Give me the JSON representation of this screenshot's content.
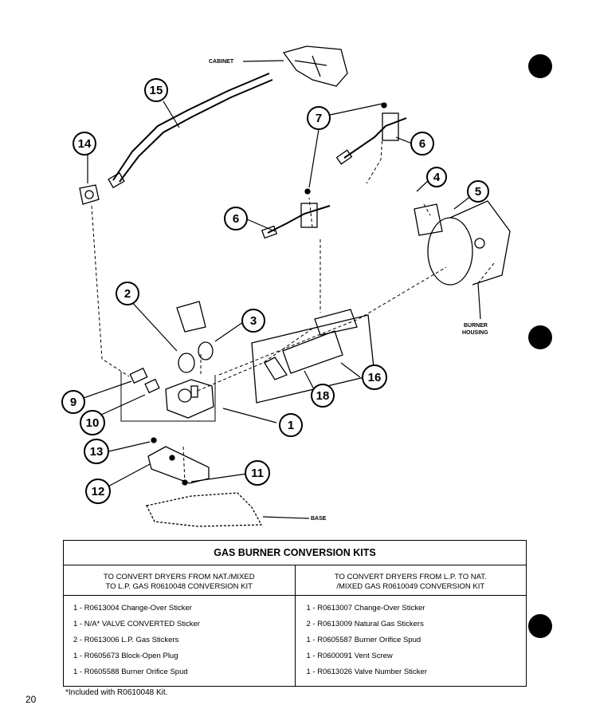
{
  "diagram": {
    "labels": {
      "cabinet": "CABINET",
      "burner_housing_1": "BURNER",
      "burner_housing_2": "HOUSING",
      "base": "BASE"
    },
    "callouts": [
      {
        "id": "c15",
        "num": "15"
      },
      {
        "id": "c14",
        "num": "14"
      },
      {
        "id": "c7",
        "num": "7"
      },
      {
        "id": "c6a",
        "num": "6"
      },
      {
        "id": "c6b",
        "num": "6"
      },
      {
        "id": "c4",
        "num": "4"
      },
      {
        "id": "c5",
        "num": "5"
      },
      {
        "id": "c2",
        "num": "2"
      },
      {
        "id": "c3",
        "num": "3"
      },
      {
        "id": "c16",
        "num": "16"
      },
      {
        "id": "c18",
        "num": "18"
      },
      {
        "id": "c9",
        "num": "9"
      },
      {
        "id": "c10",
        "num": "10"
      },
      {
        "id": "c1",
        "num": "1"
      },
      {
        "id": "c13",
        "num": "13"
      },
      {
        "id": "c11",
        "num": "11"
      },
      {
        "id": "c12",
        "num": "12"
      }
    ]
  },
  "table": {
    "title": "GAS BURNER CONVERSION KITS",
    "left": {
      "header_line1": "TO CONVERT DRYERS FROM  NAT./MIXED",
      "header_line2": "TO L.P. GAS R0610048 CONVERSION KIT",
      "rows": [
        "1 - R0613004 Change-Over Sticker",
        "1 - N/A* VALVE CONVERTED Sticker",
        "2 - R0613006 L.P. Gas Stickers",
        "1 - R0605673 Block-Open Plug",
        "1 - R0605588 Burner Orifice Spud"
      ]
    },
    "right": {
      "header_line1": "TO CONVERT DRYERS FROM L.P. TO NAT.",
      "header_line2": "/MIXED GAS R0610049 CONVERSION KIT",
      "rows": [
        "1 - R0613007 Change-Over Sticker",
        "2 - R0613009 Natural Gas Stickers",
        "1 - R0605587 Burner Orifice Spud",
        "1 - R0600091 Vent Screw",
        "1 - R0613026 Valve Number Sticker"
      ]
    }
  },
  "footnote": "*Included with R0610048 Kit.",
  "page_number": "20"
}
